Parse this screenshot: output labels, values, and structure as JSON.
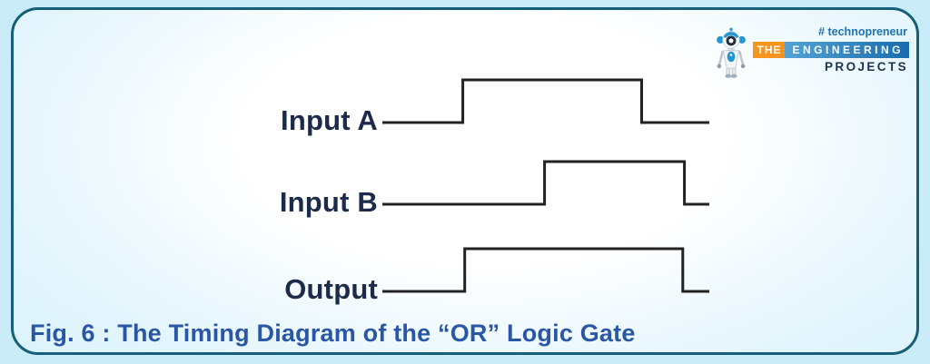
{
  "caption": {
    "text": "Fig. 6 : The Timing Diagram of the “OR” Logic Gate",
    "color": "#2a57a5"
  },
  "logo": {
    "tagline": "# technopreneur",
    "the": "THE",
    "engineering": "ENGINEERING",
    "projects": "PROJECTS",
    "tagline_color": "#1a74b6",
    "the_bg": "#f7941e",
    "engineering_bg_left": "#54a2d3",
    "engineering_bg_right": "#1a6dad",
    "projects_color": "#1b3350"
  },
  "colors": {
    "page_bg": "#c9ecf8",
    "card_border": "#156078",
    "card_center": "#ffffff",
    "card_edge": "#cfeef9"
  },
  "chart_data": {
    "type": "timing",
    "title": "The Timing Diagram of the “OR” Logic Gate",
    "time_range": [
      0,
      1
    ],
    "signals": [
      {
        "label": "Input A",
        "high_start": 0.246,
        "high_end": 0.793
      },
      {
        "label": "Input B",
        "high_start": 0.496,
        "high_end": 0.924
      },
      {
        "label": "Output",
        "high_start": 0.252,
        "high_end": 0.919
      }
    ],
    "logic": "Output = A OR B",
    "line_color": "#222222",
    "label_color": "#1c2b4a"
  }
}
